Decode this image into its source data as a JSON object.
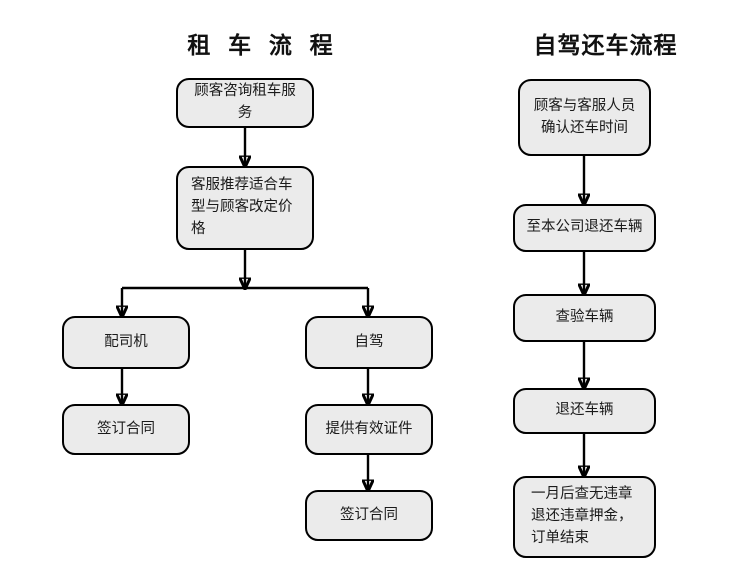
{
  "page": {
    "background_color": "#ffffff",
    "node_fill_color": "#ebebeb",
    "node_border_color": "#000000",
    "connector_color": "#000000"
  },
  "flowcharts": [
    {
      "id": "rental-process",
      "title": "租 车 流 程",
      "nodes": [
        {
          "id": "customer-inquiry",
          "text": "顾客咨询租车服务",
          "align": "center"
        },
        {
          "id": "staff-recommend",
          "text": "客服推荐适合车\n型与顾客改定价\n格",
          "align": "left"
        },
        {
          "id": "with-driver",
          "text": "配司机",
          "align": "center"
        },
        {
          "id": "with-driver-contract",
          "text": "签订合同",
          "align": "center"
        },
        {
          "id": "self-drive",
          "text": "自驾",
          "align": "center"
        },
        {
          "id": "provide-id",
          "text": "提供有效证件",
          "align": "center"
        },
        {
          "id": "self-drive-contract",
          "text": "签订合同",
          "align": "center"
        }
      ]
    },
    {
      "id": "return-process",
      "title": "自驾还车流程",
      "nodes": [
        {
          "id": "confirm-return-time",
          "text": "顾客与客服人员\n确认还车时间",
          "align": "center"
        },
        {
          "id": "return-to-company",
          "text": "至本公司退还车辆",
          "align": "center"
        },
        {
          "id": "inspect-vehicle",
          "text": "查验车辆",
          "align": "center"
        },
        {
          "id": "hand-back-vehicle",
          "text": "退还车辆",
          "align": "center"
        },
        {
          "id": "refund-deposit",
          "text": "一月后查无违章\n退还违章押金，\n订单结束",
          "align": "left"
        }
      ]
    }
  ]
}
